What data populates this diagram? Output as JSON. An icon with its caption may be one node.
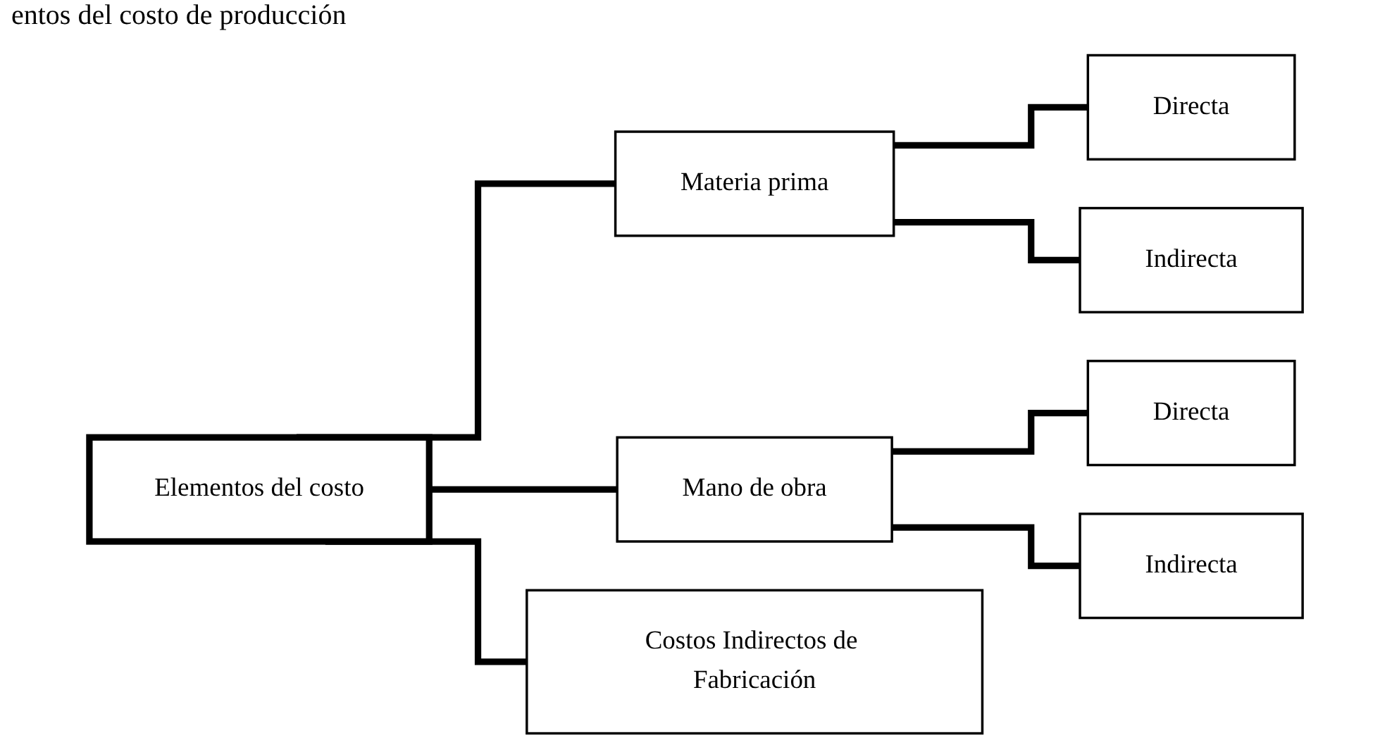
{
  "diagram": {
    "title": "entos del costo de producción",
    "nodes": [
      {
        "text": [
          "Elementos del costo"
        ]
      },
      {
        "text": [
          "Materia prima"
        ]
      },
      {
        "text": [
          "Mano de obra"
        ]
      },
      {
        "text": [
          "Costos Indirectos de Fabricación"
        ]
      },
      {
        "text": [
          "Directa"
        ]
      },
      {
        "text": [
          "Indirecta"
        ]
      },
      {
        "text": [
          "Directa"
        ]
      },
      {
        "text": [
          "Indirecta"
        ]
      }
    ],
    "edges": [
      {
        "from": 0,
        "to": 1,
        "arrow": "none"
      },
      {
        "from": 0,
        "to": 2,
        "arrow": "none"
      },
      {
        "from": 0,
        "to": 3,
        "arrow": "none"
      },
      {
        "from": 1,
        "to": 4,
        "arrow": "none"
      },
      {
        "from": 1,
        "to": 5,
        "arrow": "none"
      },
      {
        "from": 2,
        "to": 6,
        "arrow": "none"
      },
      {
        "from": 2,
        "to": 7,
        "arrow": "none"
      }
    ]
  }
}
